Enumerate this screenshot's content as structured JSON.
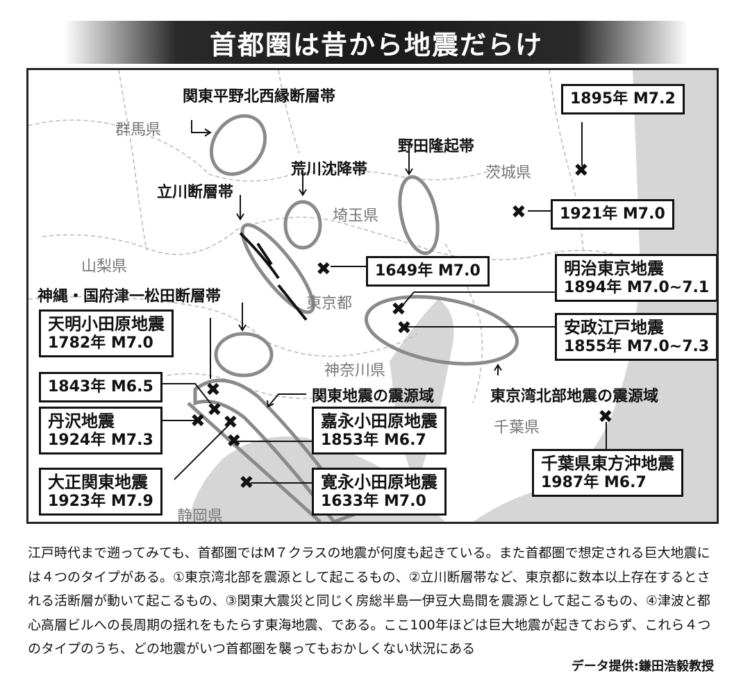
{
  "title": "首都圏は昔から地震だらけ",
  "prefectures": {
    "gunma": "群馬県",
    "ibaraki": "茨城県",
    "saitama": "埼玉県",
    "yamanashi": "山梨県",
    "tokyo": "東京都",
    "kanagawa": "神奈川県",
    "chiba": "千葉県",
    "shizuoka": "静岡県"
  },
  "faults": {
    "kanto_nw": "関東平野北西縁断層帯",
    "noda": "野田隆起帯",
    "arakawa": "荒川沈降帯",
    "tachikawa": "立川断層帯",
    "kozu": "神縄・国府津一松田断層帯",
    "kanto_source": "関東地震の震源域",
    "tokyobay_source": "東京湾北部地震の震源域"
  },
  "quakes": {
    "q1895": "1895年 M7.2",
    "q1921": "1921年 M7.0",
    "q1649": "1649年 M7.0",
    "meiji_name": "明治東京地震",
    "meiji_info": "1894年 M7.0~7.1",
    "ansei_name": "安政江戸地震",
    "ansei_info": "1855年 M7.0~7.3",
    "tenmei_name": "天明小田原地震",
    "tenmei_info": "1782年 M7.0",
    "q1843": "1843年 M6.5",
    "tanzawa_name": "丹沢地震",
    "tanzawa_info": "1924年 M7.3",
    "kaei_name": "嘉永小田原地震",
    "kaei_info": "1853年 M6.7",
    "taisho_name": "大正関東地震",
    "taisho_info": "1923年 M7.9",
    "kanei_name": "寛永小田原地震",
    "kanei_info": "1633年 M7.0",
    "chiba_name": "千葉県東方沖地震",
    "chiba_info": "1987年 M6.7"
  },
  "caption": "江戸時代まで遡ってみても、首都圏ではM７クラスの地震が何度も起きている。また首都圏で想定される巨大地震には４つのタイプがある。①東京湾北部を震源として起こるもの、②立川断層帯など、東京都に数本以上存在するとされる活断層が動いて起こるもの、③関東大震災と同じく房総半島一伊豆大島間を震源として起こるもの、④津波と都心高層ビルへの長周期の揺れをもたらす東海地震、である。ここ100年ほどは巨大地震が起きておらず、これら４つのタイプのうち、どの地震がいつ首都圏を襲ってもおかしくない状況にある",
  "credit": "データ提供:鎌田浩毅教授",
  "colors": {
    "sea": "#d6d6d6",
    "ellipse": "#8a8a8a",
    "border": "#bbbbbb",
    "title_bg": "#1a1a1a"
  }
}
